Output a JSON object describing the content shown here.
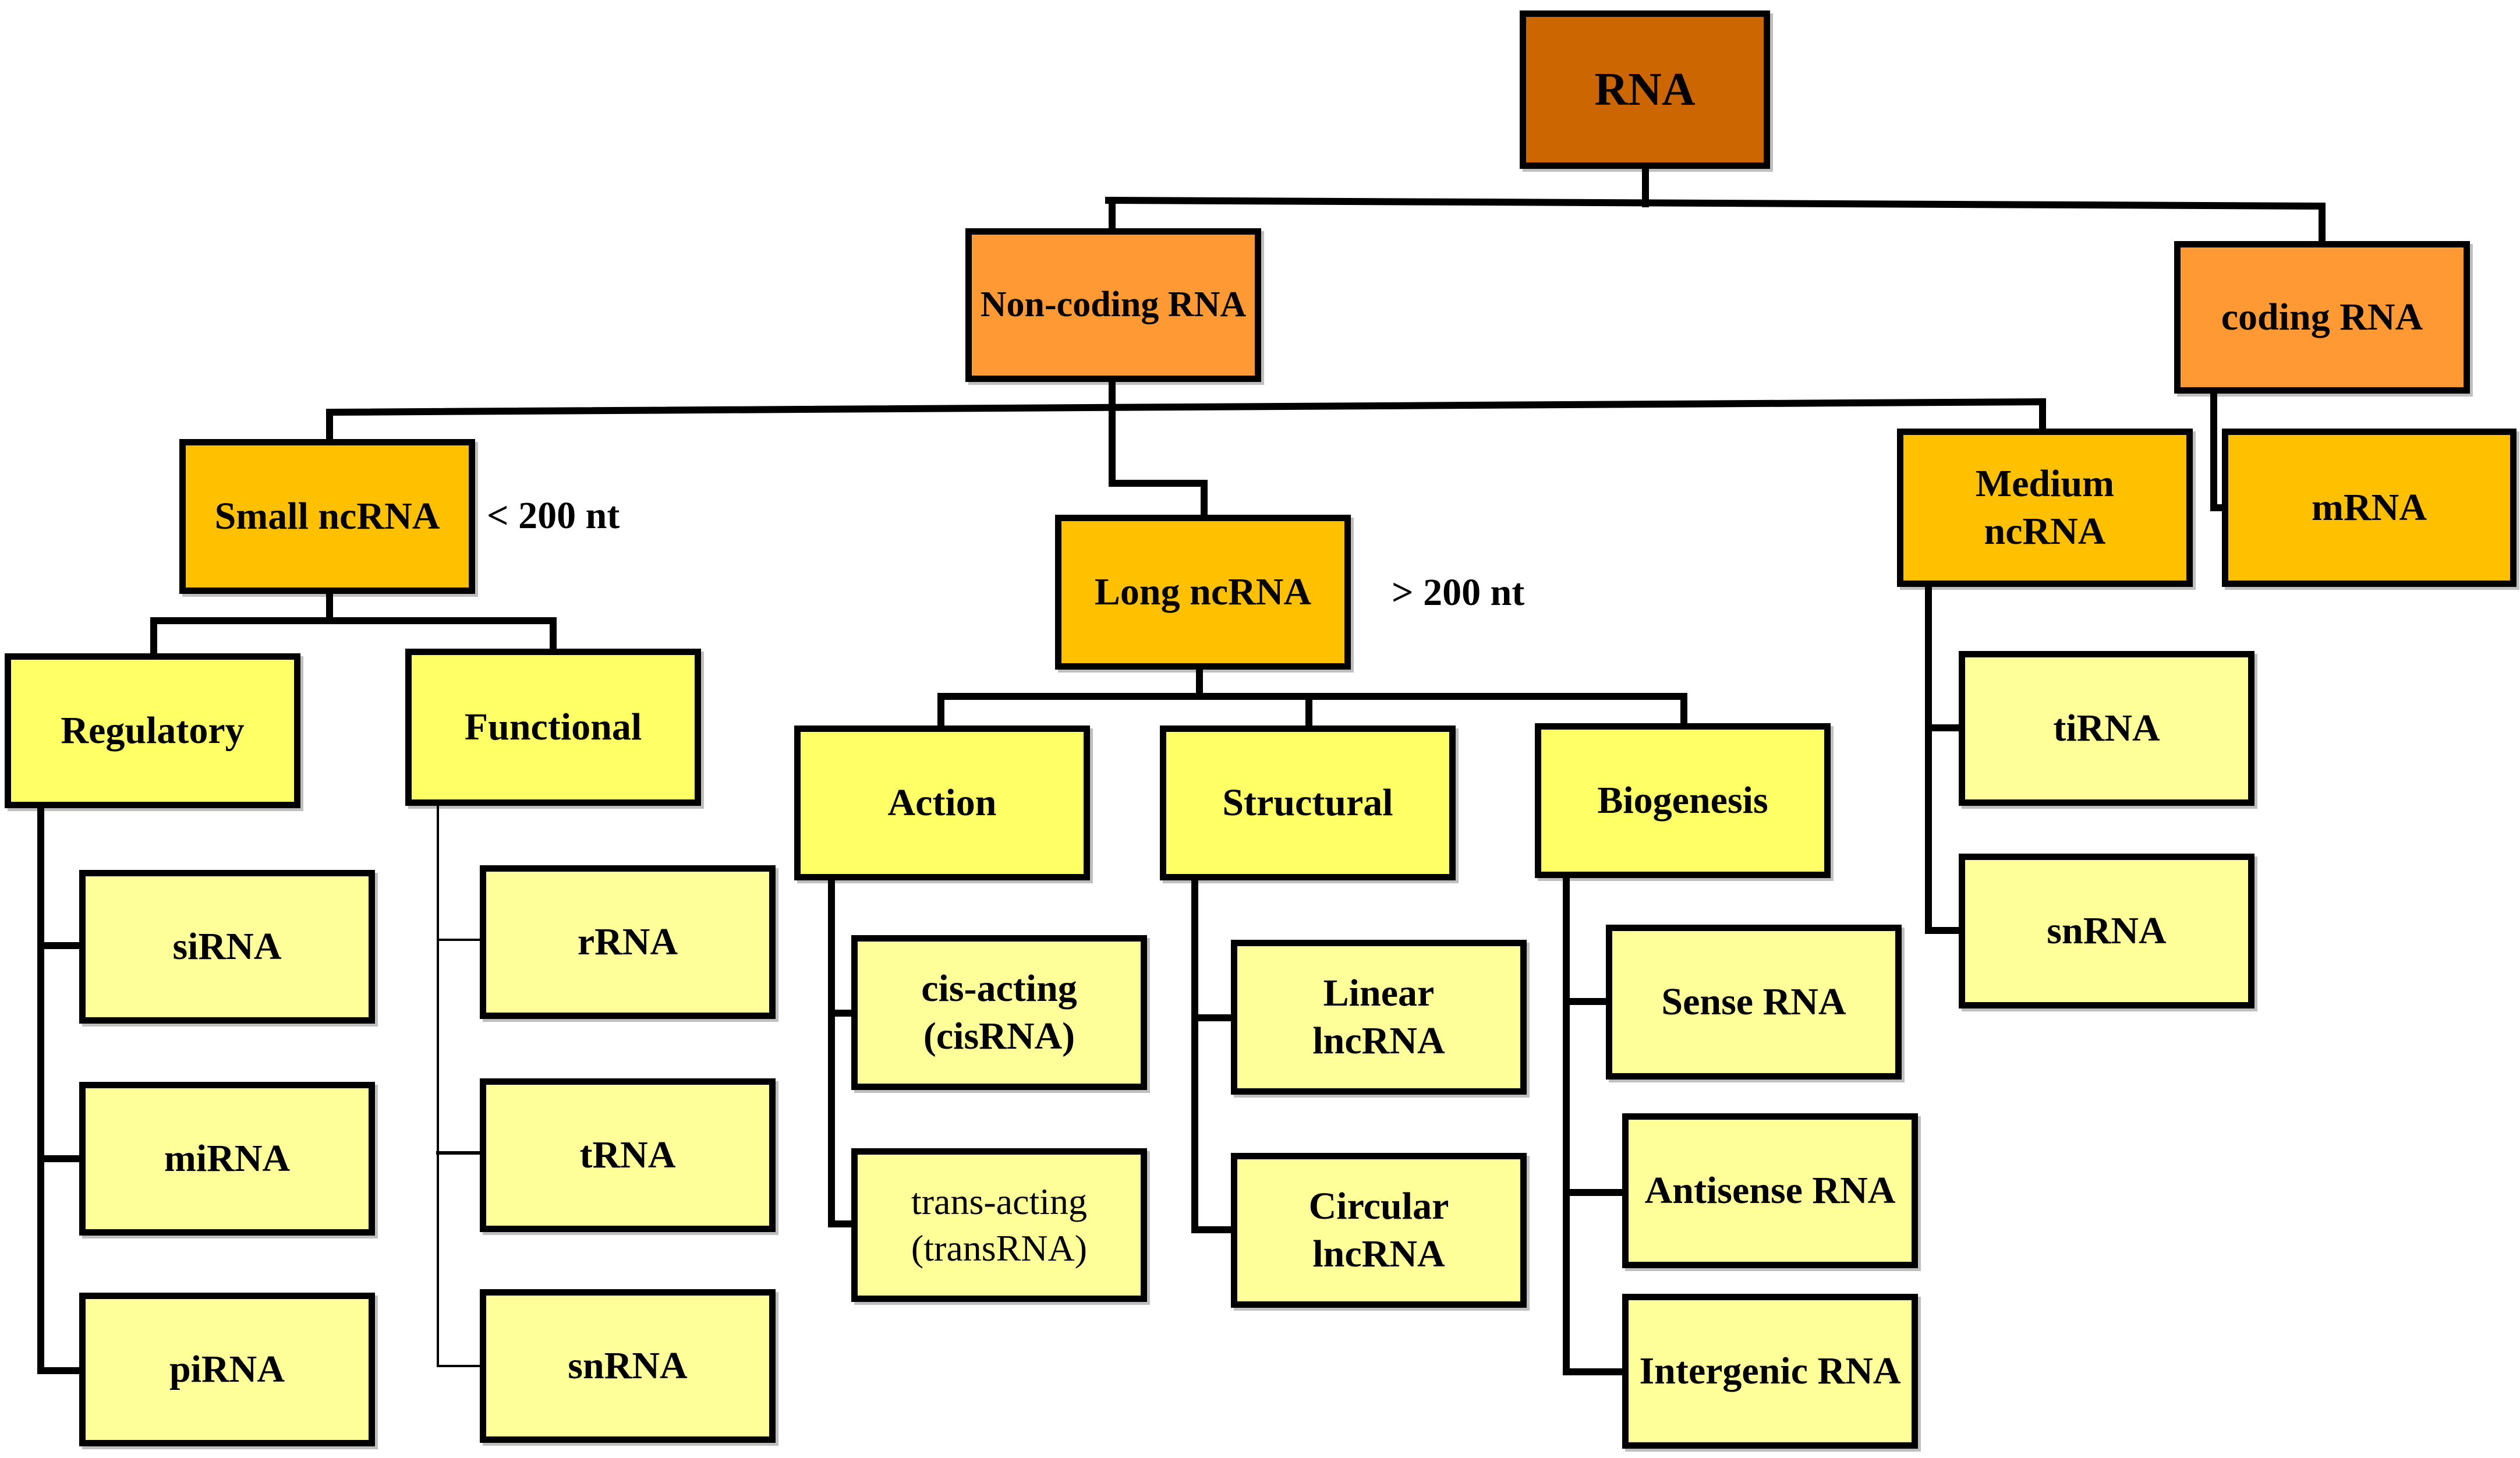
{
  "colors": {
    "root": "#CC6600",
    "level1": "#FF9933",
    "level2": "#FFC000",
    "level3": "#FFFF66",
    "leaf": "#FFFF99",
    "stroke": "#000000"
  },
  "nodes": {
    "rna": "RNA",
    "noncoding": "Non-coding RNA",
    "coding": "coding RNA",
    "small": "Small ncRNA",
    "long": "Long ncRNA",
    "medium": "Medium\nncRNA",
    "mrna": "mRNA",
    "regulatory": "Regulatory",
    "functional": "Functional",
    "sirna": "siRNA",
    "mirna": "miRNA",
    "pirna": "piRNA",
    "rrna": "rRNA",
    "trna": "tRNA",
    "snrna_small": "snRNA",
    "action": "Action",
    "structural": "Structural",
    "biogenesis": "Biogenesis",
    "cisacting": "cis-acting\n(cisRNA)",
    "transacting": "trans-acting\n(transRNA)",
    "linear": "Linear\nlncRNA",
    "circular": "Circular\nlncRNA",
    "sense": "Sense RNA",
    "antisense": "Antisense RNA",
    "intergenic": "Intergenic RNA",
    "tirna": "tiRNA",
    "snrna_medium": "snRNA"
  },
  "notes": {
    "small_size": "< 200 nt",
    "long_size": "> 200 nt"
  }
}
